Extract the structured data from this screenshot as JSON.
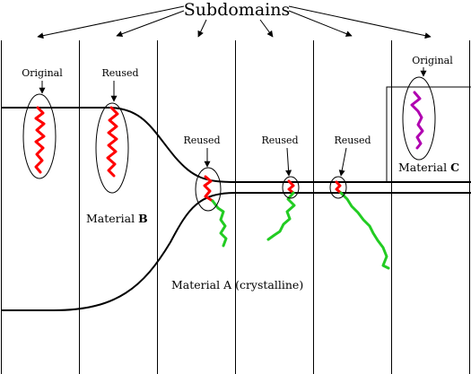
{
  "title": "Subdomains",
  "labels": {
    "original_left": "Original",
    "reused_1": "Reused",
    "reused_2": "Reused",
    "reused_3": "Reused",
    "reused_4": "Reused",
    "original_right": "Original"
  },
  "materials": {
    "b_prefix": "Material ",
    "b_name": "B",
    "c_prefix": "Material ",
    "c_name": "C",
    "a": "Material A (crystalline)"
  },
  "colors": {
    "chain_red": "#ff0000",
    "chain_green": "#22cc22",
    "chain_purple": "#b000b0",
    "line": "#000000"
  }
}
